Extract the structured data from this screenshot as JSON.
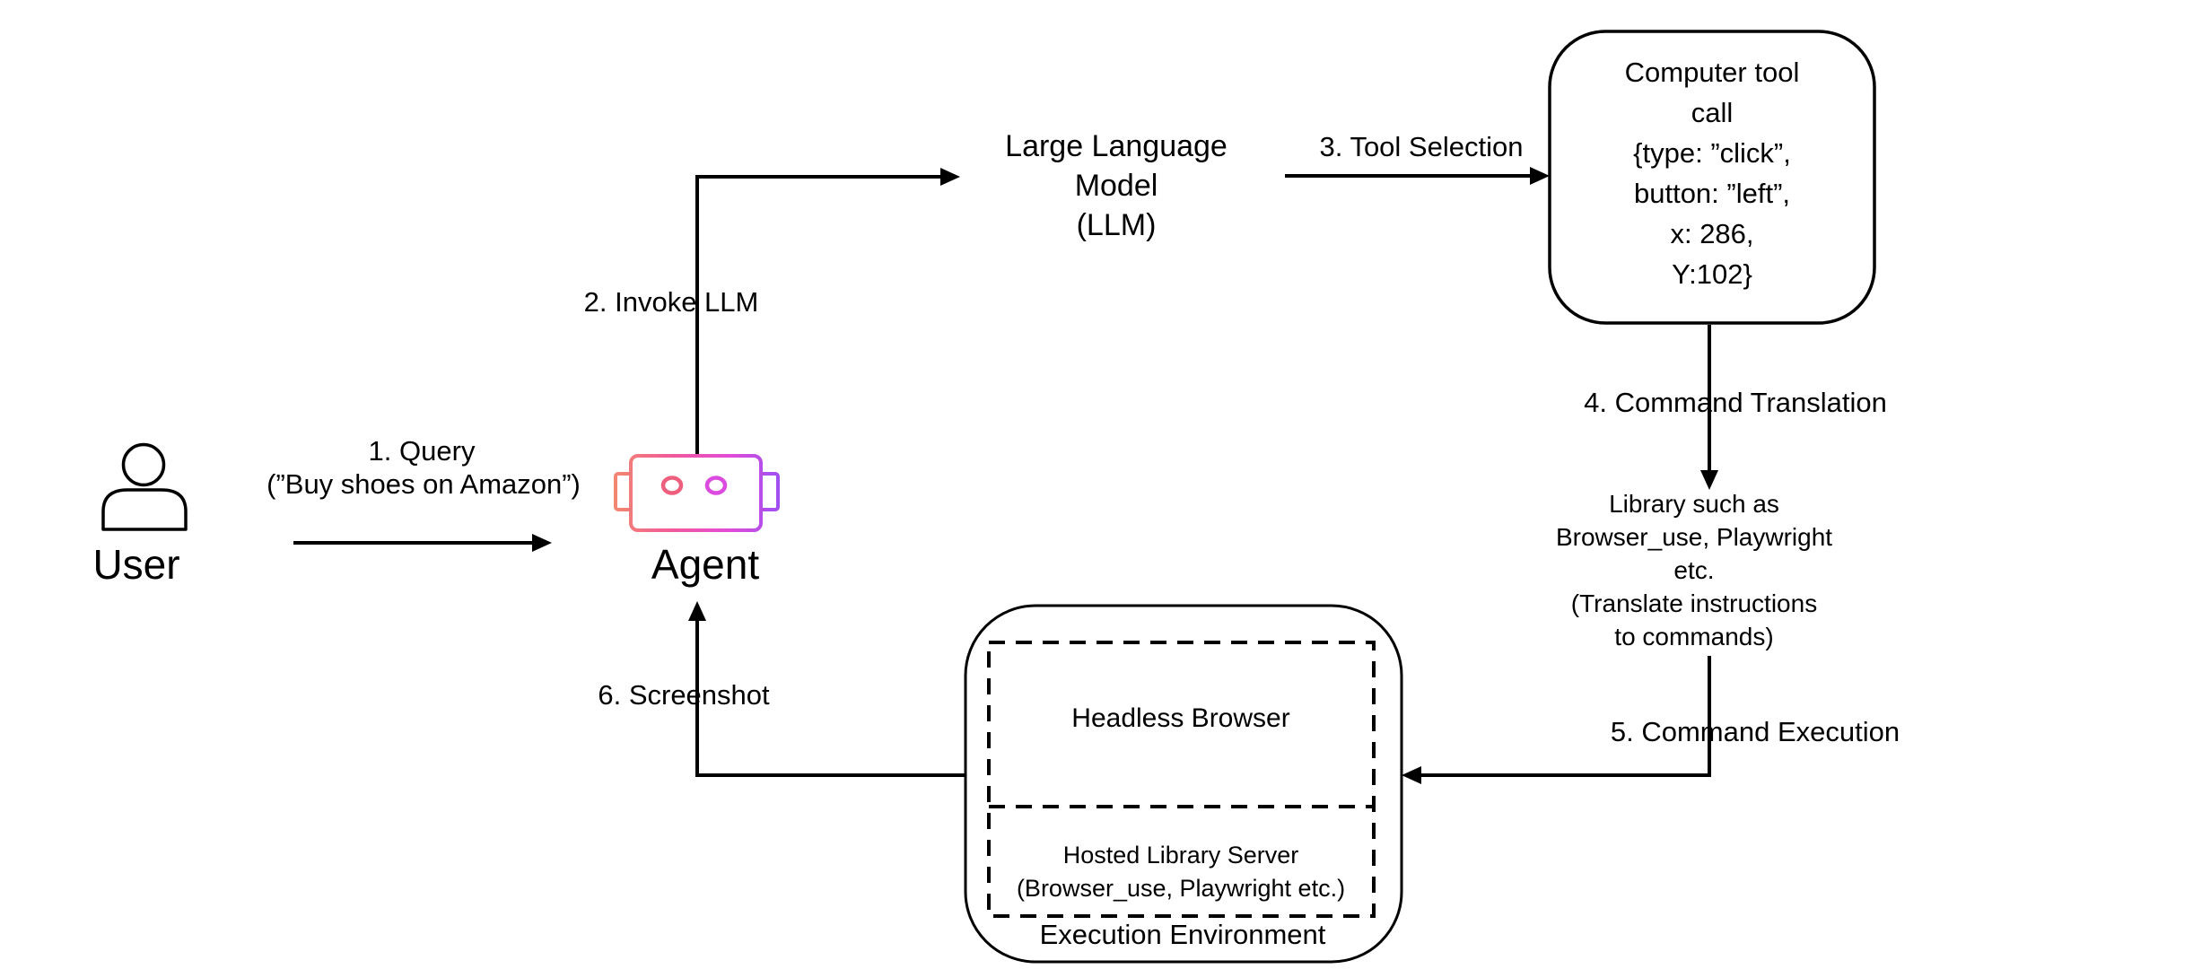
{
  "canvas": {
    "background": "#ffffff",
    "ink": "#000000"
  },
  "nodes": {
    "user": {
      "label": "User"
    },
    "agent": {
      "label": "Agent",
      "icon": {
        "gradient": [
          "#F2886E",
          "#F2599A",
          "#E34BD8",
          "#9E4FF2"
        ],
        "eye_left": "#EE5F7E",
        "eye_right": "#DC4BDF"
      }
    },
    "llm": {
      "lines": [
        "Large Language",
        "Model",
        "(LLM)"
      ]
    },
    "tool_call": {
      "lines": [
        "Computer tool",
        "call",
        "{type: ”click”,",
        "button: ”left”,",
        "x: 286,",
        "Y:102}"
      ]
    },
    "library": {
      "lines": [
        "Library such as",
        "Browser_use, Playwright",
        "etc.",
        "(Translate instructions",
        "to commands)"
      ]
    },
    "execution_env": {
      "label": "Execution Environment",
      "headless_browser": {
        "label": "Headless Browser"
      },
      "hosted_library_server": {
        "lines": [
          "Hosted Library Server",
          "(Browser_use, Playwright etc.)"
        ]
      }
    }
  },
  "edges": {
    "query": {
      "label_line1": "1. Query",
      "label_line2": "(”Buy shoes on Amazon”)"
    },
    "invoke_llm": {
      "label": "2. Invoke LLM"
    },
    "tool_selection": {
      "label": "3. Tool Selection"
    },
    "command_translation": {
      "label": "4. Command Translation"
    },
    "command_execution": {
      "label": "5. Command Execution"
    },
    "screenshot": {
      "label": "6. Screenshot"
    }
  }
}
